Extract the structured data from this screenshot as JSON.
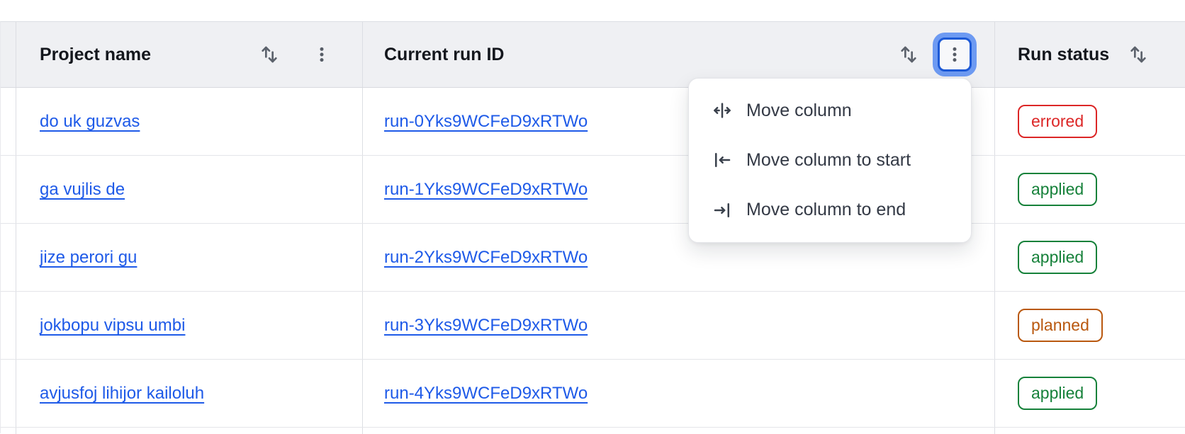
{
  "table": {
    "columns": [
      {
        "label": "Project name"
      },
      {
        "label": "Current run ID"
      },
      {
        "label": "Run status"
      }
    ],
    "status_colors": {
      "errored": "#dc2626",
      "applied": "#16813a",
      "planned": "#b9580f"
    },
    "rows": [
      {
        "project": "do uk guzvas",
        "run_id": "run-0Yks9WCFeD9xRTWo",
        "status": "errored"
      },
      {
        "project": "ga vujlis de",
        "run_id": "run-1Yks9WCFeD9xRTWo",
        "status": "applied"
      },
      {
        "project": "jize perori gu",
        "run_id": "run-2Yks9WCFeD9xRTWo",
        "status": "applied"
      },
      {
        "project": "jokbopu vipsu umbi",
        "run_id": "run-3Yks9WCFeD9xRTWo",
        "status": "planned"
      },
      {
        "project": "avjusfoj lihijor kailoluh",
        "run_id": "run-4Yks9WCFeD9xRTWo",
        "status": "applied"
      }
    ]
  },
  "column_menu": {
    "open_for_column": "Current run ID",
    "items": [
      {
        "label": "Move column"
      },
      {
        "label": "Move column to start"
      },
      {
        "label": "Move column to end"
      }
    ]
  },
  "colors": {
    "link": "#1e5ae8",
    "header_bg": "#eff0f3",
    "focus_ring": "#6d9af2",
    "focus_border": "#1c59d6",
    "status_errored": "#dc2626",
    "status_applied": "#16813a",
    "status_planned": "#b9580f"
  }
}
